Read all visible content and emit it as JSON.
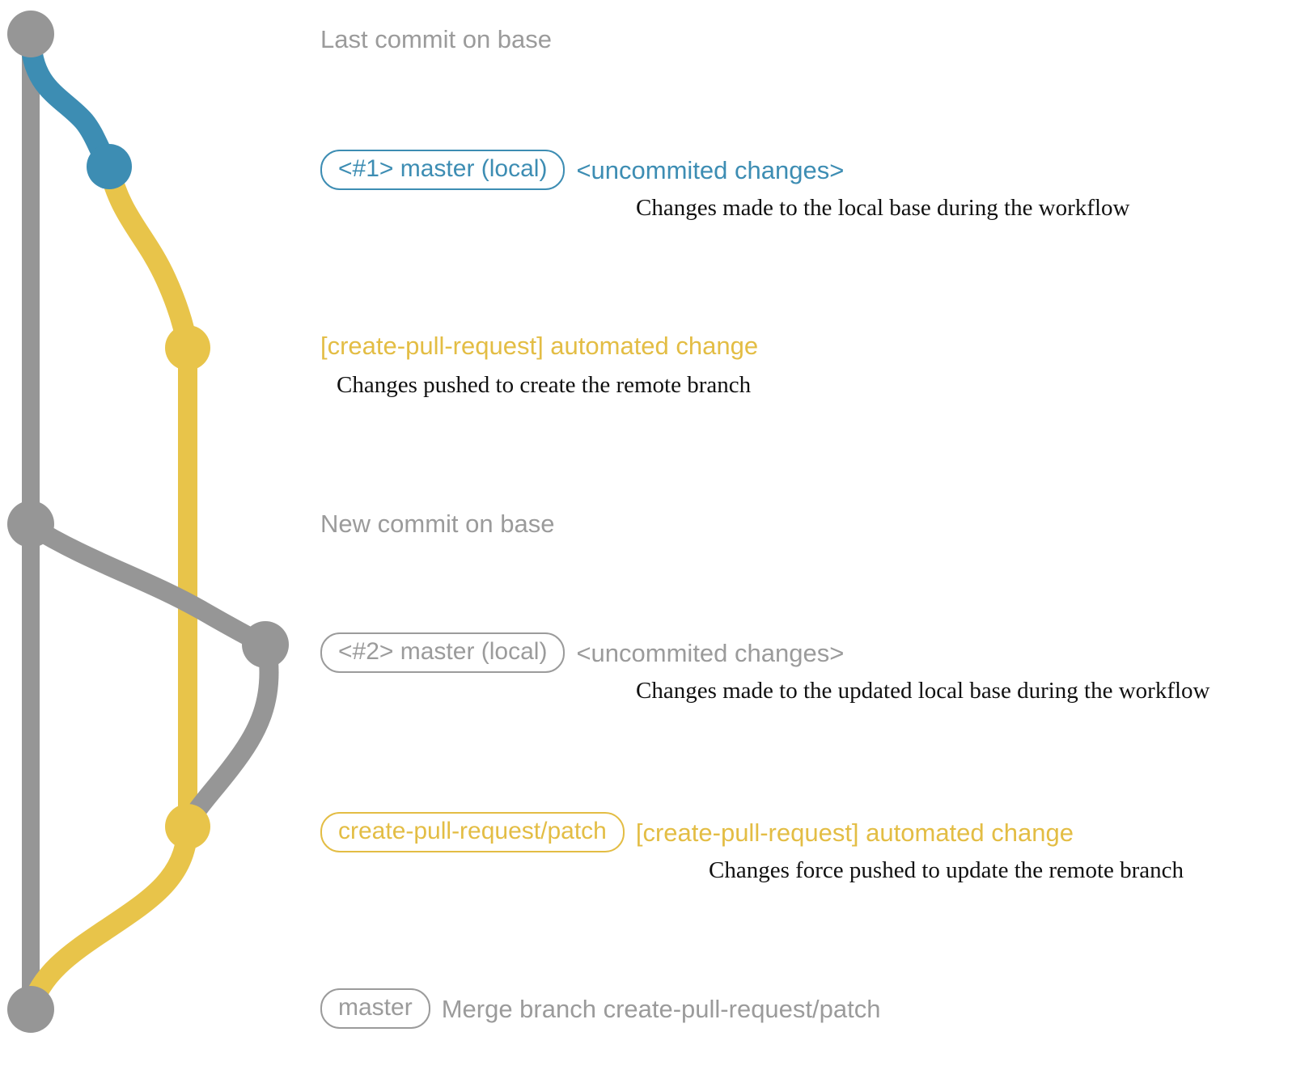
{
  "diagram": {
    "title_semantic": "git-commit-graph-create-pull-request-workflow",
    "colors": {
      "base_gray": "#969696",
      "branch_blue": "#3d8db3",
      "branch_yellow": "#e8c44a",
      "label_gray": "#9b9b9b",
      "label_yellow": "#e3bd44",
      "description_black": "#111111",
      "background": "#ffffff"
    }
  },
  "entries": [
    {
      "id": "last-commit-on-base",
      "pill": null,
      "subject": "Last commit on base",
      "subject_color": "#9b9b9b",
      "description": null,
      "node_color": "#969696"
    },
    {
      "id": "master-local-1",
      "pill": "<#1> master (local)",
      "pill_color": "#3d8db3",
      "subject": "<uncommited changes>",
      "subject_color": "#3d8db3",
      "description": "Changes made to the local base during the workflow",
      "node_color": "#3d8db3"
    },
    {
      "id": "automated-change-1",
      "pill": null,
      "subject": "[create-pull-request] automated change",
      "subject_color": "#e3bd44",
      "description": "Changes pushed to create the remote branch",
      "node_color": "#e8c44a"
    },
    {
      "id": "new-commit-on-base",
      "pill": null,
      "subject": "New commit on base",
      "subject_color": "#9b9b9b",
      "description": null,
      "node_color": "#969696"
    },
    {
      "id": "master-local-2",
      "pill": "<#2> master (local)",
      "pill_color": "#9b9b9b",
      "subject": "<uncommited changes>",
      "subject_color": "#9b9b9b",
      "description": "Changes made to the updated local base during the workflow",
      "node_color": "#969696"
    },
    {
      "id": "automated-change-2",
      "pill": "create-pull-request/patch",
      "pill_color": "#e3bd44",
      "subject": "[create-pull-request] automated change",
      "subject_color": "#e3bd44",
      "description": "Changes force pushed to update the remote branch",
      "node_color": "#e8c44a"
    },
    {
      "id": "merge-commit",
      "pill": "master",
      "pill_color": "#9b9b9b",
      "subject": "Merge branch create-pull-request/patch",
      "subject_color": "#9b9b9b",
      "description": null,
      "node_color": "#969696"
    }
  ]
}
